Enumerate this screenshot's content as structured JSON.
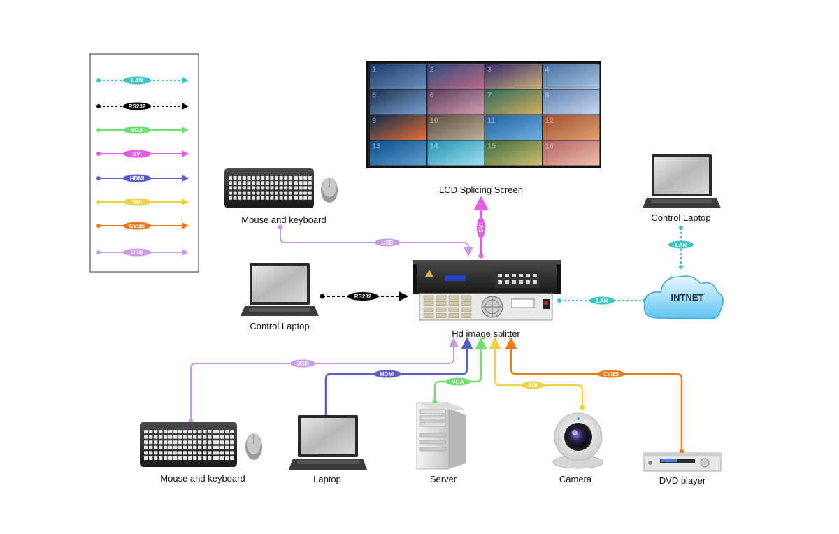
{
  "legend": {
    "items": [
      {
        "label": "LAN",
        "color": "#3cc4c4",
        "style": "dashed"
      },
      {
        "label": "RS232",
        "color": "#000000",
        "style": "dashed"
      },
      {
        "label": "VGA",
        "color": "#6fe06f",
        "style": "solid"
      },
      {
        "label": "DVI",
        "color": "#e85ae8",
        "style": "solid"
      },
      {
        "label": "HDMI",
        "color": "#5c5ccc",
        "style": "solid"
      },
      {
        "label": "SDI",
        "color": "#f0d24a",
        "style": "solid"
      },
      {
        "label": "CVBS",
        "color": "#ee7a1a",
        "style": "solid"
      },
      {
        "label": "USB",
        "color": "#c79be8",
        "style": "solid"
      }
    ]
  },
  "screen": {
    "label": "LCD Splicing Screen",
    "tile_numbers": [
      "1",
      "2",
      "3",
      "4",
      "5",
      "6",
      "7",
      "8",
      "9",
      "10",
      "11",
      "12",
      "13",
      "14",
      "15",
      "16"
    ],
    "tile_colors": [
      [
        "#1e3a6e",
        "#6a8fbf"
      ],
      [
        "#2c4a7a",
        "#c06a8a"
      ],
      [
        "#3a2a6a",
        "#c9b07a"
      ],
      [
        "#4a6fa0",
        "#a6c3e0"
      ],
      [
        "#1b3050",
        "#7aa0d0"
      ],
      [
        "#5a3a5a",
        "#d2a0b0"
      ],
      [
        "#2a6a5a",
        "#d8b060"
      ],
      [
        "#6080b0",
        "#c8d8f0"
      ],
      [
        "#0a2a4a",
        "#e8703a"
      ],
      [
        "#5a4a3a",
        "#c0b0a0"
      ],
      [
        "#2060a0",
        "#70b0e0"
      ],
      [
        "#a05030",
        "#e0a070"
      ],
      [
        "#0a4a8a",
        "#60a0d0"
      ],
      [
        "#2090b0",
        "#a0e0f0"
      ],
      [
        "#3a6a3a",
        "#d0c070"
      ],
      [
        "#b06060",
        "#f0c0b0"
      ]
    ]
  },
  "splitter": {
    "label": "Hd image splitter"
  },
  "cloud": {
    "label": "INTNET"
  },
  "devices": {
    "top_keyboard": "Mouse and keyboard",
    "left_laptop": "Control Laptop",
    "right_laptop": "Control Laptop",
    "bottom_keyboard": "Mouse and keyboard",
    "bottom_laptop": "Laptop",
    "server": "Server",
    "camera": "Camera",
    "dvd": "DVD player"
  },
  "connections": {
    "top_usb": "USB",
    "dvi": "DVI",
    "rs232": "RS232",
    "lan_cloud": "LAN",
    "lan_laptop": "LAN",
    "bottom_usb": "USB",
    "hdmi": "HDMI",
    "vga": "VGA",
    "sdi": "SDI",
    "cvbs": "CVBS"
  }
}
